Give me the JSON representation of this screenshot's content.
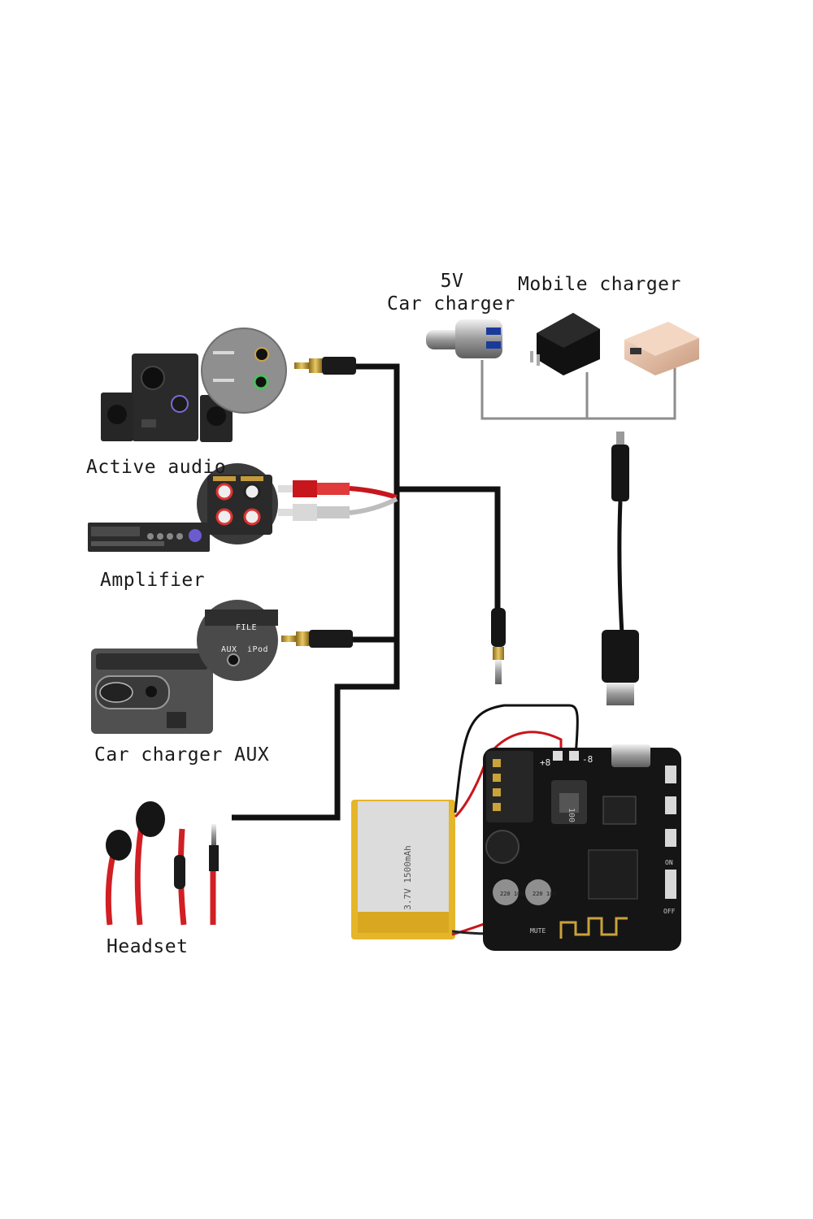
{
  "labels": {
    "voltage": "5V",
    "car_charger": "Car charger",
    "mobile_charger": "Mobile charger",
    "active_audio": "Active audio",
    "amplifier": "Amplifier",
    "car_charger_aux": "Car charger AUX",
    "headset": "Headset"
  },
  "panel_marks": {
    "aux": "AUX",
    "ipod": "iPod",
    "file": "FILE"
  },
  "board_marks": {
    "plus": "+8",
    "minus": "-8",
    "mute": "MUTE",
    "off": "OFF",
    "on": "ON",
    "coil": "100",
    "cap1": "220 10V",
    "cap2": "220 10V"
  },
  "battery_marks": {
    "spec": "3.7V 1500mAh"
  },
  "colors": {
    "wire": "#111111",
    "cable_red": "#c8161d",
    "cable_white": "#d8d8d8",
    "board": "#151515",
    "battery": "#e5b52a",
    "plug_gold": "#c9a23a"
  }
}
